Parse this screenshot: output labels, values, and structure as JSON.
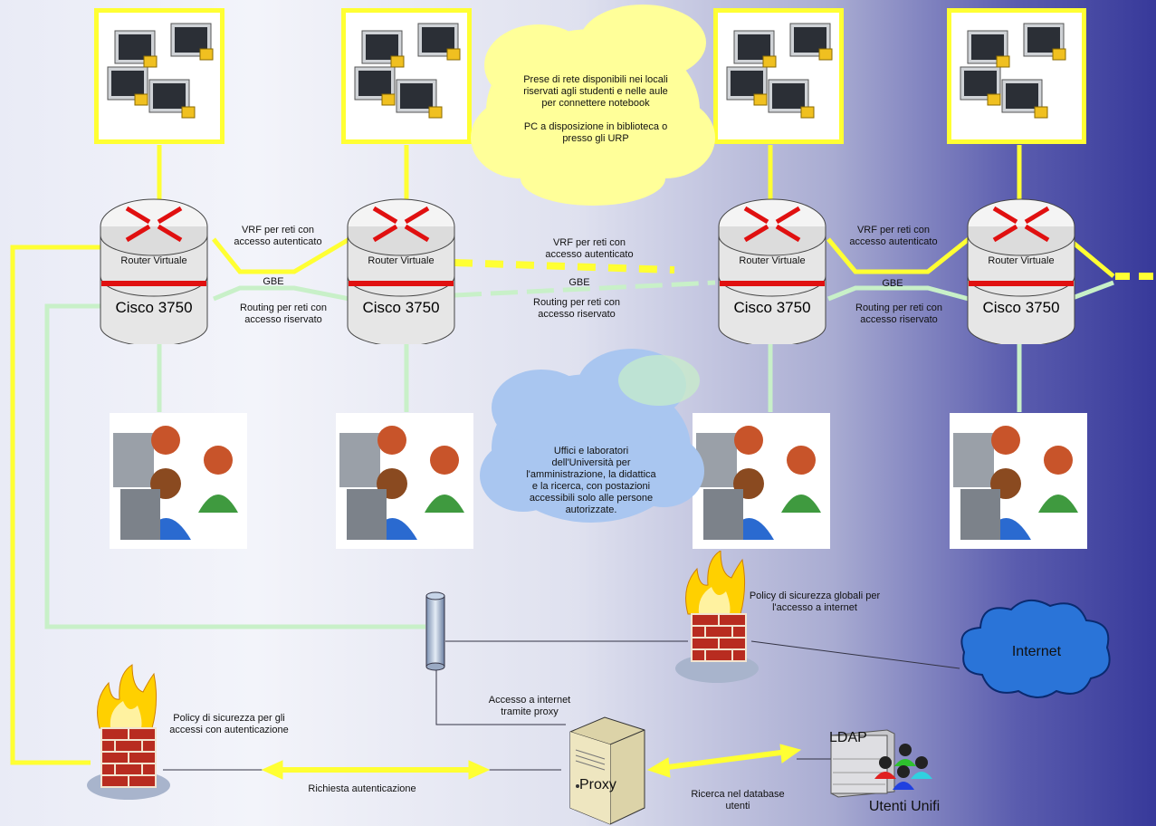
{
  "labels": {
    "router_virtual": "Router Virtuale",
    "cisco": "Cisco 3750",
    "gbe": "GBE",
    "vrf_lines": [
      "VRF per reti con",
      "accesso autenticato"
    ],
    "routing_lines": [
      "Routing per reti con",
      "accesso riservato"
    ],
    "cloud_top_lines": [
      "Prese di rete disponibili nei locali",
      "riservati agli studenti e nelle aule",
      "per connettere notebook",
      "",
      "PC a disposizione in biblioteca o",
      "presso gli URP"
    ],
    "cloud_mid_lines": [
      "Uffici e laboratori",
      "dell'Università per",
      "l'amministrazione, la didattica",
      "e la ricerca, con postazioni",
      "accessibili solo alle persone",
      "autorizzate."
    ],
    "firewall_global_lines": [
      "Policy di sicurezza globali per",
      "l'accesso a internet"
    ],
    "firewall_auth_lines": [
      "Policy di sicurezza per gli",
      "accessi con autenticazione"
    ],
    "internet": "Internet",
    "proxy_access_lines": [
      "Accesso a internet",
      "tramite proxy"
    ],
    "proxy": "Proxy",
    "auth_request": "Richiesta autenticazione",
    "ldap_search_lines": [
      "Ricerca nel database",
      "utenti"
    ],
    "ldap": "LDAP",
    "users": "Utenti Unifi"
  },
  "colors": {
    "auth_link": "#ffff33",
    "reserved_link": "#c8f0c8",
    "router_arrow": "#e01010",
    "cloud": "#ffff99",
    "internet_cloud": "#2a74d8"
  },
  "icons": [
    "workstation-lock-icon",
    "router-icon",
    "users-computer-icon",
    "firewall-icon",
    "proxy-server-icon",
    "ldap-server-icon",
    "hub-cylinder-icon"
  ]
}
